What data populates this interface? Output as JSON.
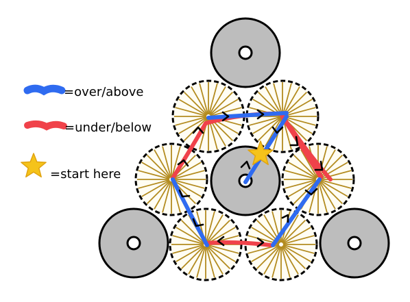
{
  "legend": {
    "over_label": "=over/above",
    "under_label": "=under/below",
    "start_label": "=start here"
  },
  "colors": {
    "over": "#2f6bf0",
    "under": "#f0424a",
    "spool_fill": "#bdbdbd",
    "spoke_color": "#b38b1f",
    "wheel_bg": "#fffdf3",
    "star": "#f5c31a"
  }
}
